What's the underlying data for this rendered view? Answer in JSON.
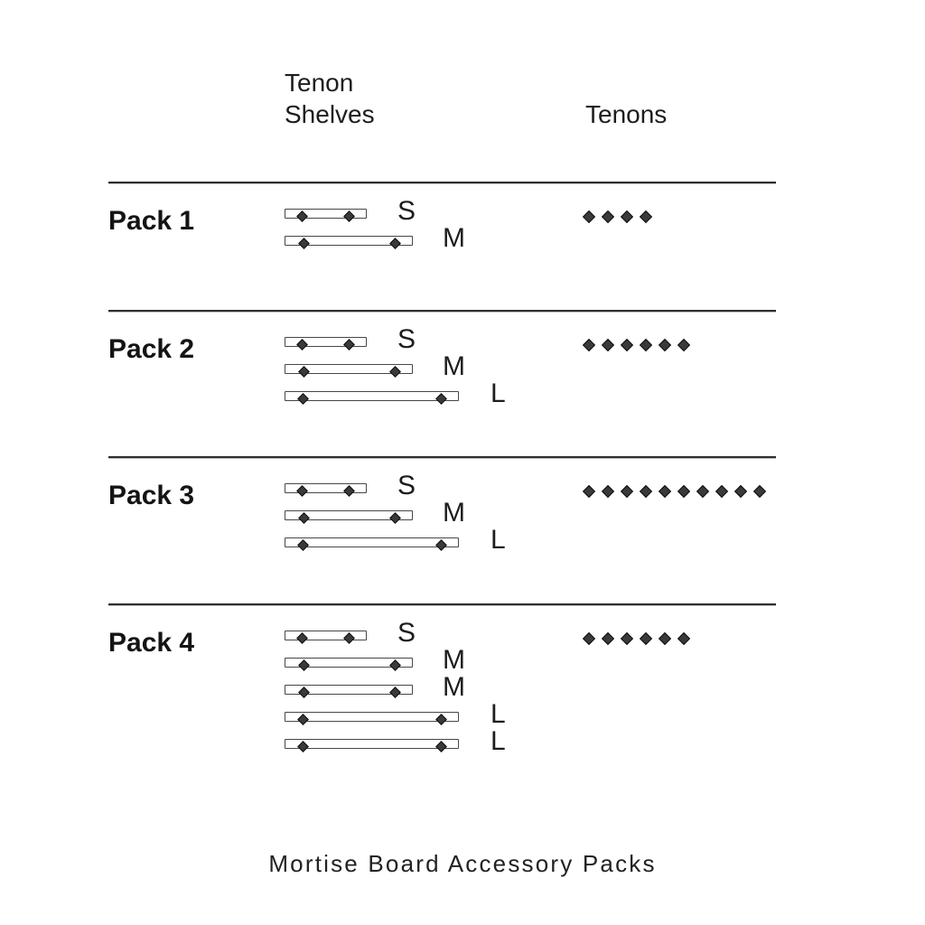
{
  "header": {
    "shelves_column": "Tenon\nShelves",
    "tenons_column": "Tenons"
  },
  "title": "Mortise Board Accessory Packs",
  "colors": {
    "text": "#1d1d1d",
    "divider": "#2e2e2e",
    "bar_border": "#474747",
    "bar_fill": "#ffffff",
    "diamond_fill": "#3a3a3a",
    "diamond_border": "#0d0d0d"
  },
  "packs": [
    {
      "label": "Pack 1",
      "shelves": [
        "S",
        "M"
      ],
      "tenon_count": 4
    },
    {
      "label": "Pack 2",
      "shelves": [
        "S",
        "M",
        "L"
      ],
      "tenon_count": 6
    },
    {
      "label": "Pack 3",
      "shelves": [
        "S",
        "M",
        "L"
      ],
      "tenon_count": 10
    },
    {
      "label": "Pack 4",
      "shelves": [
        "S",
        "M",
        "M",
        "L",
        "L"
      ],
      "tenon_count": 6
    }
  ]
}
